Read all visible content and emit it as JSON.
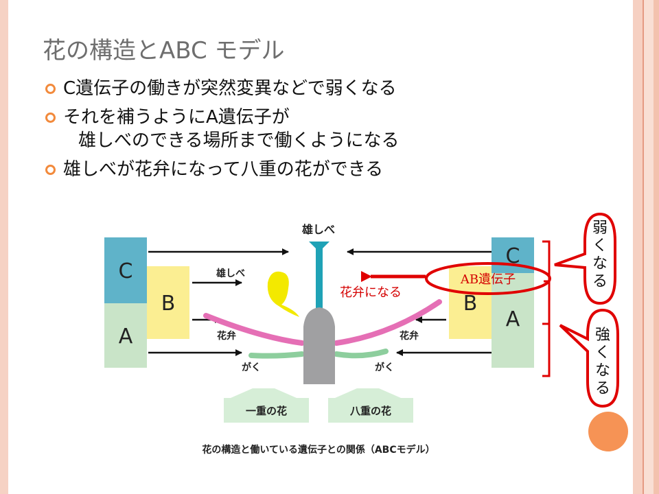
{
  "title": "花の構造とABC モデル",
  "bullets": [
    {
      "lines": [
        "C遺伝子の働きが突然変異などで弱くなる"
      ]
    },
    {
      "lines": [
        "それを補うようにA遺伝子が",
        "雄しべのできる場所まで働くようになる"
      ]
    },
    {
      "lines": [
        "雄しべが花弁になって八重の花ができる"
      ]
    }
  ],
  "diagram": {
    "left_boxes": {
      "c": "C",
      "b": "B",
      "a": "A"
    },
    "right_boxes": {
      "c": "C",
      "b": "B",
      "a": "A"
    },
    "top_label": "雄しべ",
    "stamen_label": "雄しべ",
    "petal_label_left": "花弁",
    "petal_label_right": "花弁",
    "sepal_label_left": "がく",
    "sepal_label_right": "がく",
    "single_flower": "一重の花",
    "double_flower": "八重の花",
    "caption": "花の構造と働いている遺伝子との関係（ABCモデル）",
    "ab_gene_label": "AB遺伝子",
    "becomes_petal": "花弁になる"
  },
  "callouts": {
    "weak": [
      "弱",
      "く",
      "な",
      "る"
    ],
    "strong": [
      "強",
      "く",
      "な",
      "る"
    ]
  },
  "colors": {
    "box_c": "#5fb3c9",
    "box_b": "#fbee92",
    "box_a": "#c9e4c8",
    "pistil": "#a0a0a2",
    "stamen_top": "#1fa2b6",
    "stamen_yellow": "#f3e900",
    "petal": "#e56fb5",
    "sepal": "#8dce9d",
    "annotation_red": "#e00000",
    "bullet_orange": "#f28a3c"
  }
}
